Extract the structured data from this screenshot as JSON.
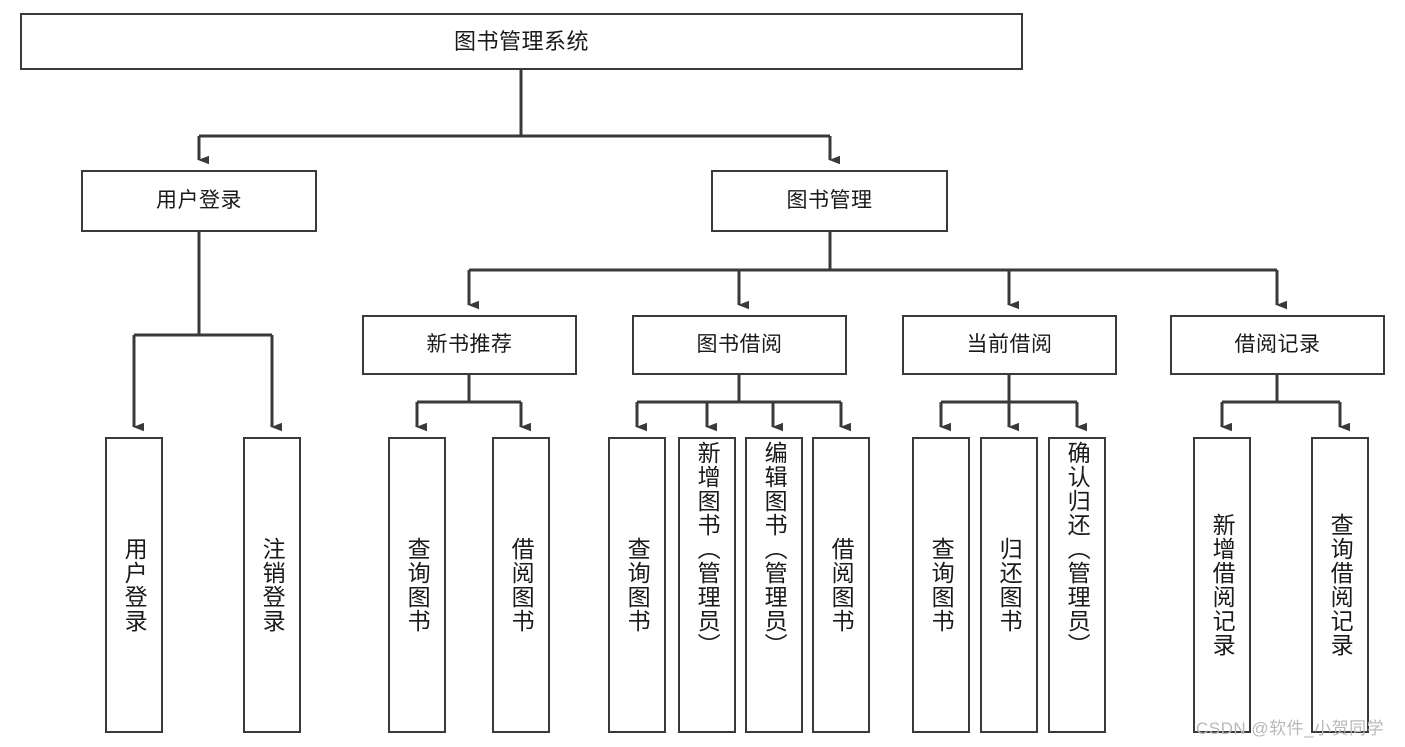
{
  "diagram": {
    "title": "图书管理系统",
    "type": "hierarchy-tree",
    "root": {
      "id": "root",
      "label": "图书管理系统"
    },
    "level2": [
      {
        "id": "user-login",
        "label": "用户登录"
      },
      {
        "id": "book-management",
        "label": "图书管理"
      }
    ],
    "level3": [
      {
        "id": "new-book-recommend",
        "label": "新书推荐"
      },
      {
        "id": "book-borrow",
        "label": "图书借阅"
      },
      {
        "id": "current-borrow",
        "label": "当前借阅"
      },
      {
        "id": "borrow-record",
        "label": "借阅记录"
      }
    ],
    "leaves": {
      "user_login": [
        {
          "id": "leaf-user-login",
          "label": "用户登录"
        },
        {
          "id": "leaf-logout-login",
          "label": "注销登录"
        }
      ],
      "new_book_recommend": [
        {
          "id": "leaf-query-book-1",
          "label": "查询图书"
        },
        {
          "id": "leaf-borrow-book-1",
          "label": "借阅图书"
        }
      ],
      "book_borrow": [
        {
          "id": "leaf-query-book-2",
          "label": "查询图书"
        },
        {
          "id": "leaf-add-book",
          "label": "新增图书（管理员）"
        },
        {
          "id": "leaf-edit-book",
          "label": "编辑图书（管理员）"
        },
        {
          "id": "leaf-borrow-book-2",
          "label": "借阅图书"
        }
      ],
      "current_borrow": [
        {
          "id": "leaf-query-book-3",
          "label": "查询图书"
        },
        {
          "id": "leaf-return-book",
          "label": "归还图书"
        },
        {
          "id": "leaf-confirm-return",
          "label": "确认归还（管理员）"
        }
      ],
      "borrow_record": [
        {
          "id": "leaf-add-borrow-record",
          "label": "新增借阅记录"
        },
        {
          "id": "leaf-query-borrow-record",
          "label": "查询借阅记录"
        }
      ]
    }
  },
  "watermark": {
    "text": "CSDN @软件_小贺同学"
  },
  "colors": {
    "stroke": "#3a3a3a",
    "background": "#ffffff",
    "text": "#1a1a1a",
    "watermark": "#b9b9b9"
  }
}
